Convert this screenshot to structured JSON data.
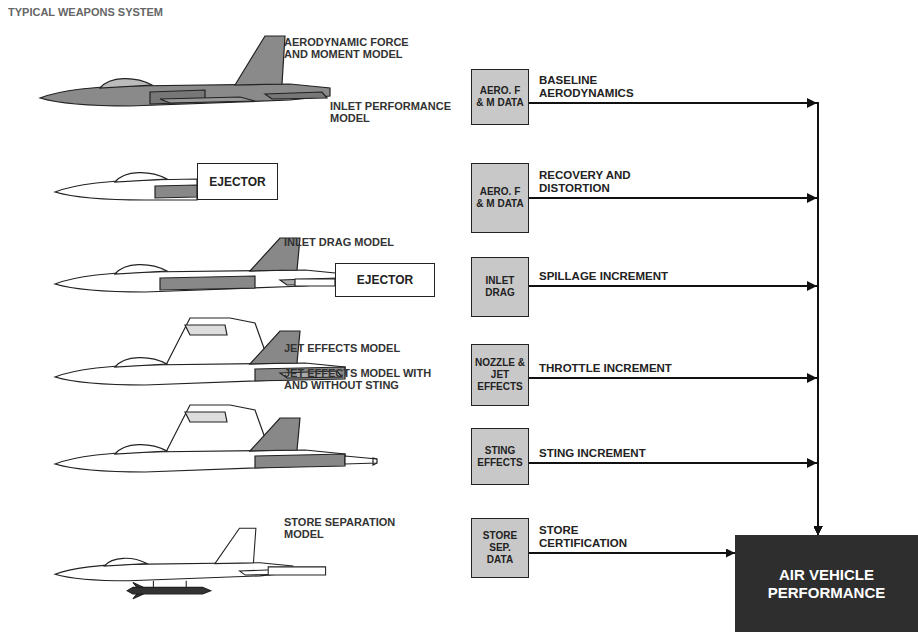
{
  "diagram": {
    "title": "TYPICAL WEAPONS SYSTEM",
    "nodes": [
      {
        "text": [
          "AERO. F & M DATA"
        ]
      },
      {
        "text": [
          "EJECTOR"
        ]
      },
      {
        "text": [
          "AERO. F & M DATA"
        ]
      },
      {
        "text": [
          "EJECTOR"
        ]
      },
      {
        "text": [
          "INLET DRAG"
        ]
      },
      {
        "text": [
          "NOZZLE & JET EFFECTS"
        ]
      },
      {
        "text": [
          "STING EFFECTS"
        ]
      },
      {
        "text": [
          "STORE SEP. DATA"
        ]
      },
      {
        "text": [
          "AIR VEHICLE PERFORMANCE"
        ]
      }
    ],
    "edges": [
      {
        "from": 0,
        "to": 8,
        "arrow": "to",
        "label": "BASELINE AERODYNAMICS"
      },
      {
        "from": 2,
        "to": 8,
        "arrow": "to",
        "label": "RECOVERY AND DISTORTION"
      },
      {
        "from": 4,
        "to": 8,
        "arrow": "to",
        "label": "SPILLAGE INCREMENT"
      },
      {
        "from": 5,
        "to": 8,
        "arrow": "to",
        "label": "THROTTLE INCREMENT"
      },
      {
        "from": 6,
        "to": 8,
        "arrow": "to",
        "label": "STING INCREMENT"
      },
      {
        "from": 7,
        "to": 8,
        "arrow": "to",
        "label": "STORE CERTIFICATION"
      }
    ],
    "labels": [
      "AERODYNAMIC FORCE AND MOMENT MODEL",
      "INLET PERFORMANCE MODEL",
      "INLET DRAG MODEL",
      "JET EFFECTS MODEL",
      "JET EFFECTS MODEL WITH AND WITHOUT STING",
      "STORE SEPARATION MODEL"
    ]
  }
}
